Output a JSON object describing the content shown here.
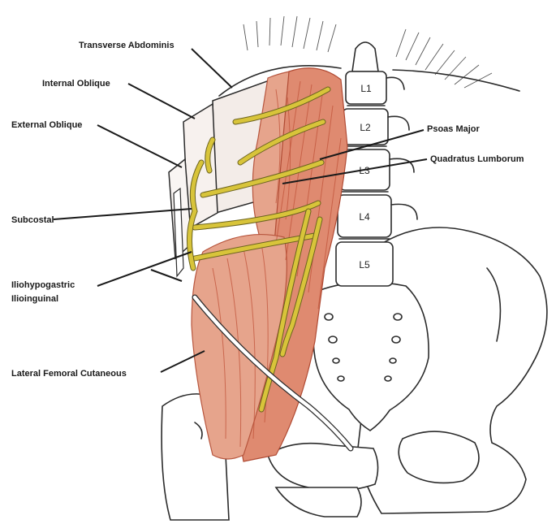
{
  "labels": {
    "transverse_abdominis": "Transverse Abdominis",
    "internal_oblique": "Internal Oblique",
    "external_oblique": "External Oblique",
    "subcostal": "Subcostal",
    "iliohypogastric": "Iliohypogastric",
    "ilioinguinal": "Ilioinguinal",
    "lateral_femoral_cutaneous": "Lateral Femoral Cutaneous",
    "psoas_major": "Psoas Major",
    "quadratus_lumborum": "Quadratus Lumborum"
  },
  "vertebrae": [
    "L1",
    "L2",
    "L3",
    "L4",
    "L5"
  ],
  "colors": {
    "muscle": "#e6a48c",
    "muscle_dark": "#df8a70",
    "nerve": "#d8c43a",
    "ink": "#2b2b2b"
  }
}
